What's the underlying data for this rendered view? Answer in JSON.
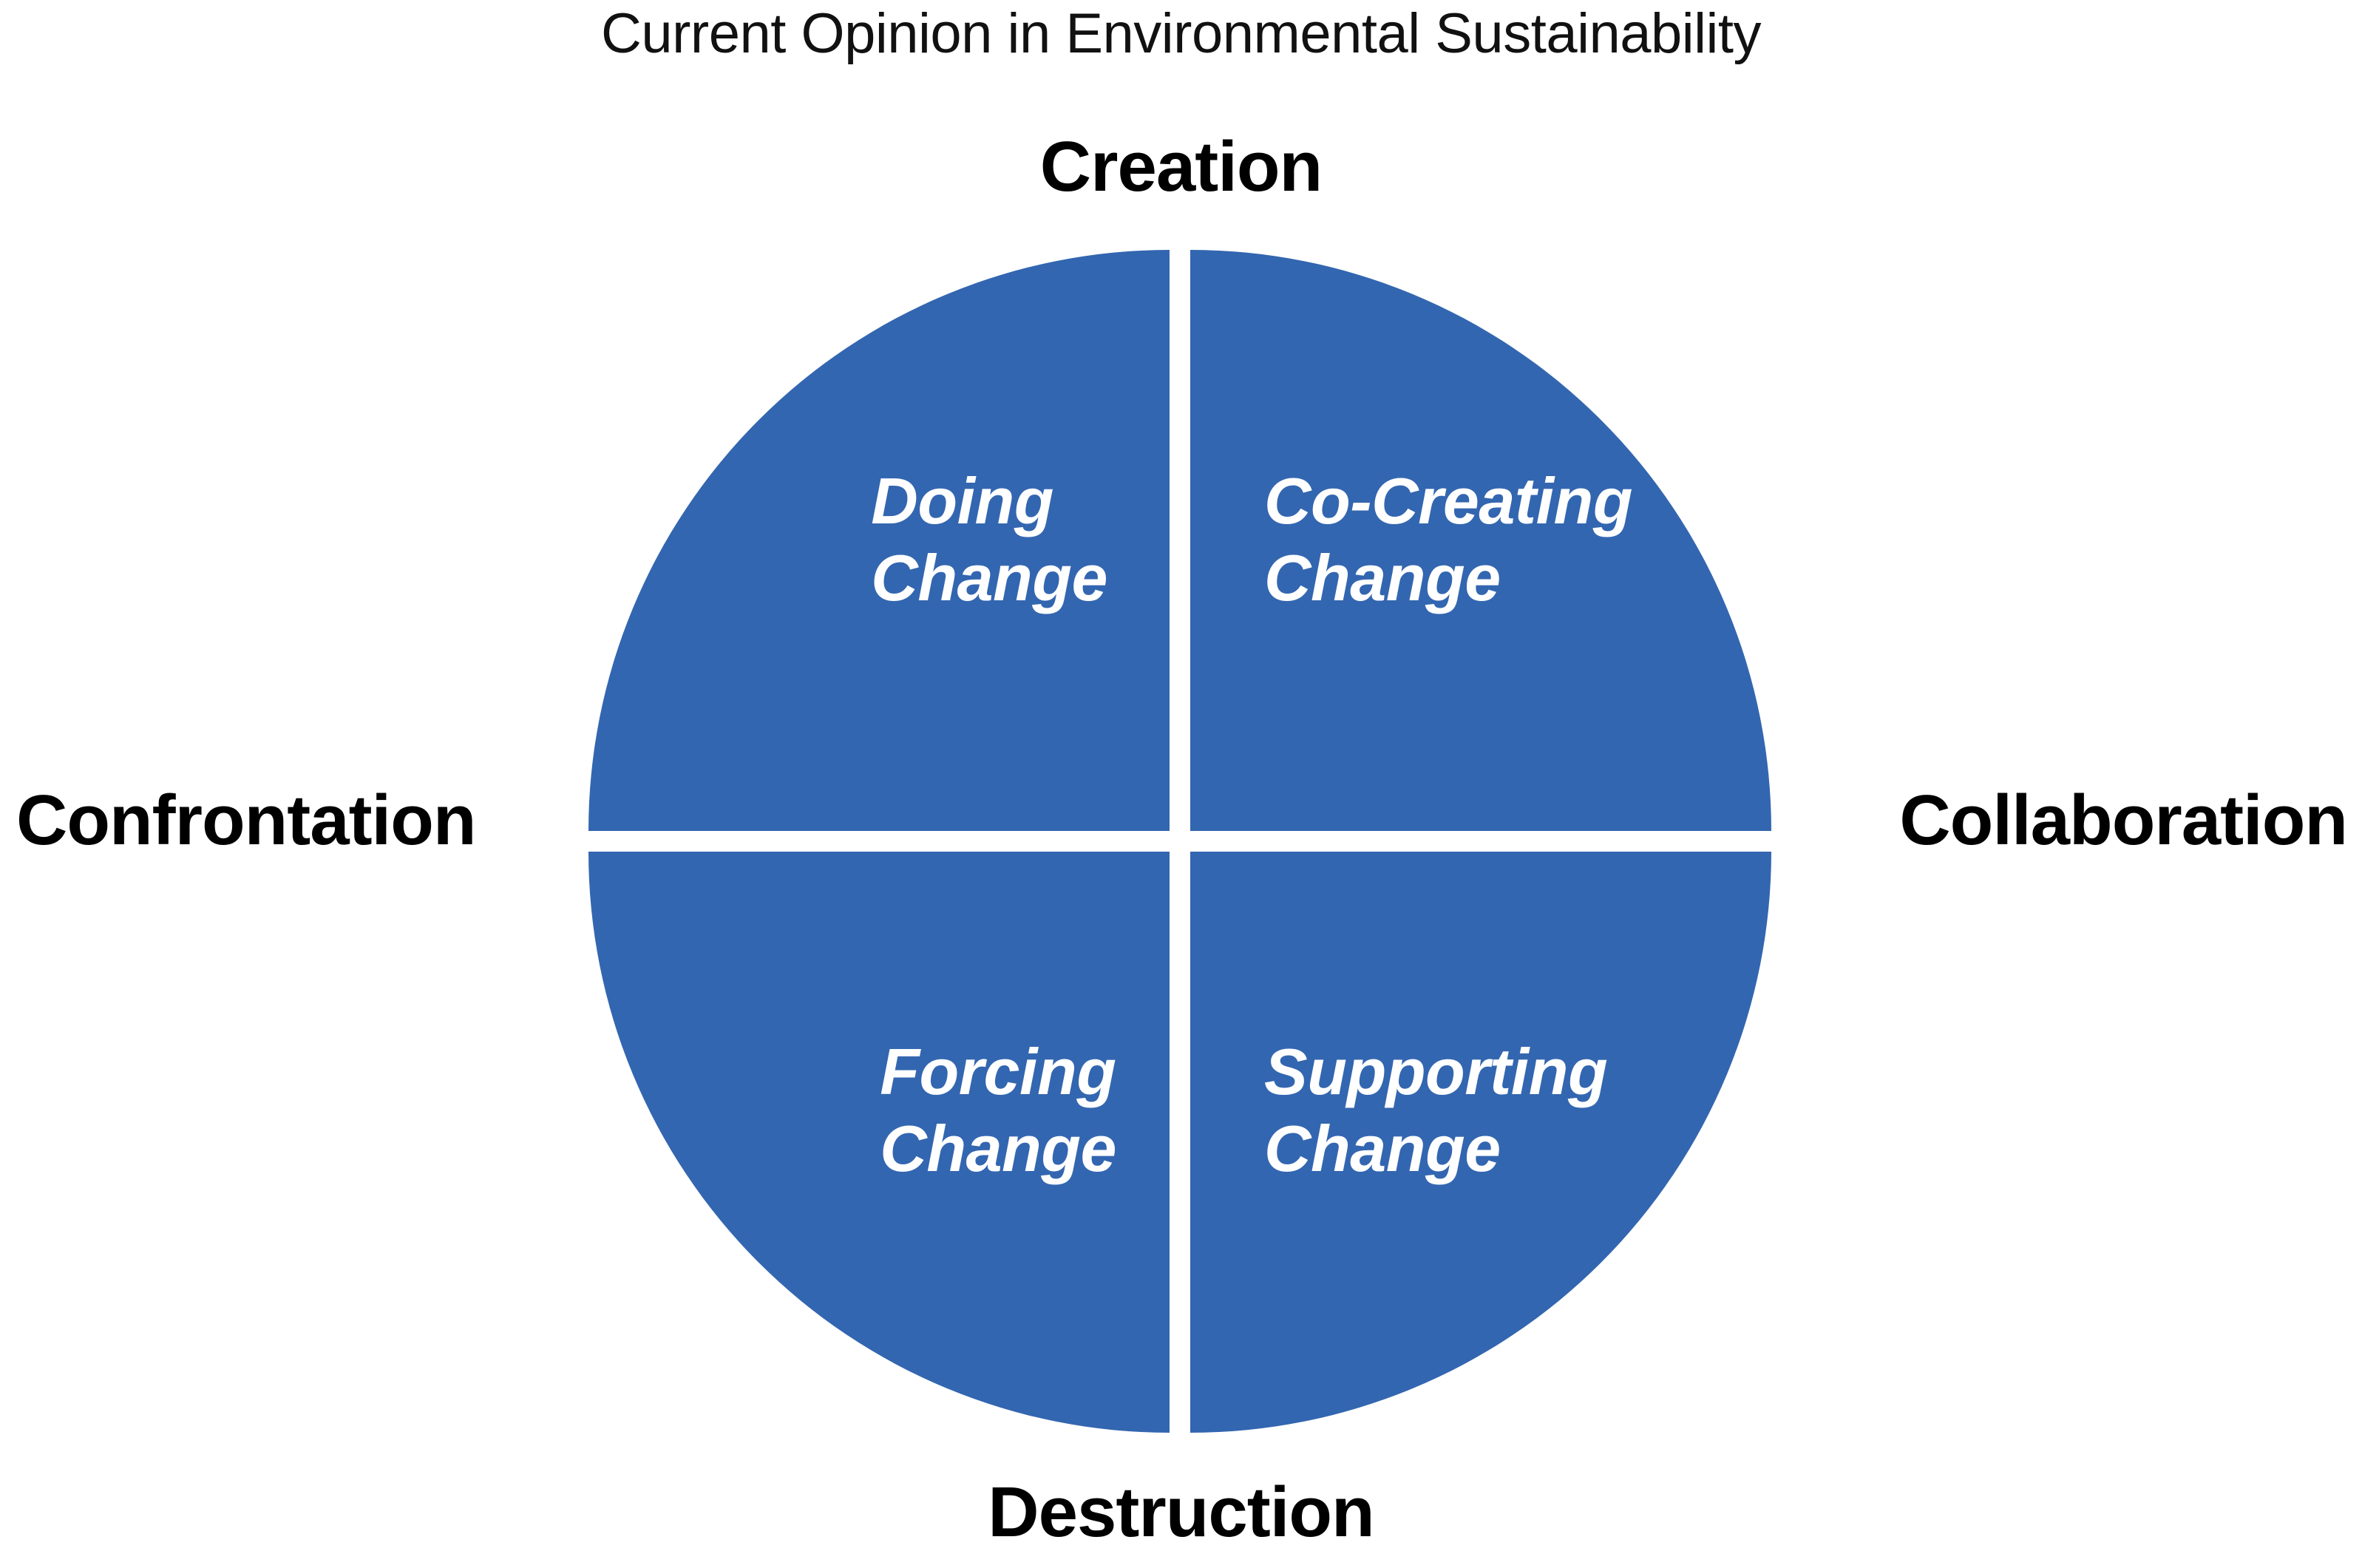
{
  "figure": {
    "journal_title": "Current Opinion in Environmental Sustainability",
    "background_color": "#FFFFFF",
    "accent_color": "#3366B0",
    "label_color": "#000000",
    "quadrant_text_color": "#FFFFFF"
  },
  "axes": {
    "top": {
      "label": "Creation"
    },
    "bottom": {
      "label": "Destruction"
    },
    "left": {
      "label": "Confrontation"
    },
    "right": {
      "label": "Collaboration"
    }
  },
  "chart_data": {
    "type": "pie",
    "title": "Current Opinion in Environmental Sustainability",
    "subtitle": "",
    "xlabel": "Confrontation – Collaboration",
    "ylabel": "Destruction – Creation",
    "grid": false,
    "legend_position": "none",
    "axis_poles": {
      "top": "Creation",
      "bottom": "Destruction",
      "left": "Confrontation",
      "right": "Collaboration"
    },
    "categories": [
      "Doing Change",
      "Co-Creating Change",
      "Forcing Change",
      "Supporting Change"
    ],
    "values": [
      25,
      25,
      25,
      25
    ],
    "colors": [
      "#3366B0",
      "#3366B0",
      "#3366B0",
      "#3366B0"
    ],
    "annotations": [
      {
        "position": "top-left",
        "text": "Doing Change",
        "x_pole": "Confrontation",
        "y_pole": "Creation"
      },
      {
        "position": "top-right",
        "text": "Co-Creating Change",
        "x_pole": "Collaboration",
        "y_pole": "Creation"
      },
      {
        "position": "bottom-left",
        "text": "Forcing Change",
        "x_pole": "Confrontation",
        "y_pole": "Destruction"
      },
      {
        "position": "bottom-right",
        "text": "Supporting Change",
        "x_pole": "Collaboration",
        "y_pole": "Destruction"
      }
    ]
  },
  "quadrants": {
    "top_left": {
      "line1": "Doing",
      "line2": "Change",
      "text": "Doing\nChange"
    },
    "top_right": {
      "line1": "Co-Creating",
      "line2": "Change",
      "text": "Co-Creating\nChange"
    },
    "bottom_left": {
      "line1": "Forcing",
      "line2": "Change",
      "text": "Forcing\nChange"
    },
    "bottom_right": {
      "line1": "Supporting",
      "line2": "Change",
      "text": "Supporting\nChange"
    }
  }
}
